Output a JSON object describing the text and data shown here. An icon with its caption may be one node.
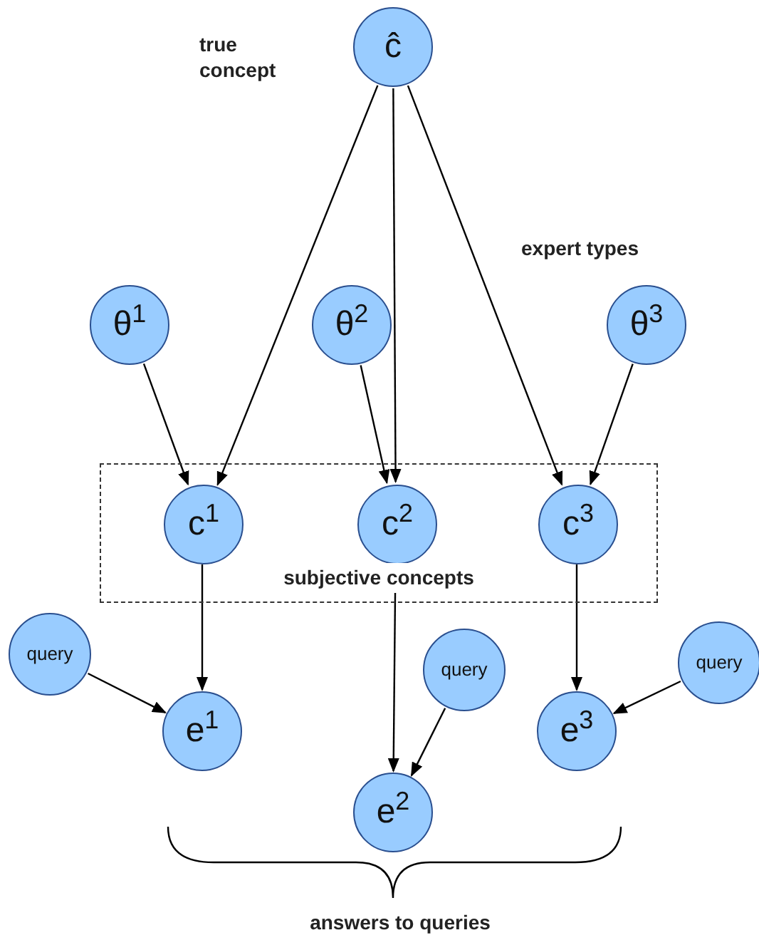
{
  "diagram": {
    "nodes": [
      {
        "text": [
          "ĉ"
        ]
      },
      {
        "text": [
          "θ$^{1}$"
        ]
      },
      {
        "text": [
          "θ$^{2}$"
        ]
      },
      {
        "text": [
          "θ$^{3}$"
        ]
      },
      {
        "text": [
          "subjective concepts"
        ]
      },
      {
        "text": [
          "c$^{1}$"
        ],
        "in": 4
      },
      {
        "text": [
          "c$^{2}$"
        ],
        "in": 4
      },
      {
        "text": [
          "c$^{3}$"
        ],
        "in": 4
      },
      {
        "text": [
          "query"
        ]
      },
      {
        "text": [
          "e$^{1}$"
        ]
      },
      {
        "text": [
          "query"
        ]
      },
      {
        "text": [
          "e$^{2}$"
        ]
      },
      {
        "text": [
          "query"
        ]
      },
      {
        "text": [
          "e$^{3}$"
        ]
      }
    ],
    "edges": [
      {
        "from": 0,
        "to": 5,
        "arrow": "to"
      },
      {
        "from": 0,
        "to": 6,
        "arrow": "to"
      },
      {
        "from": 0,
        "to": 7,
        "arrow": "to"
      },
      {
        "from": 1,
        "to": 5,
        "arrow": "to"
      },
      {
        "from": 2,
        "to": 6,
        "arrow": "to"
      },
      {
        "from": 3,
        "to": 7,
        "arrow": "to"
      },
      {
        "from": 5,
        "to": 9,
        "arrow": "to"
      },
      {
        "from": 6,
        "to": 11,
        "arrow": "to"
      },
      {
        "from": 7,
        "to": 13,
        "arrow": "to"
      },
      {
        "from": 8,
        "to": 9,
        "arrow": "to"
      },
      {
        "from": 10,
        "to": 11,
        "arrow": "to"
      },
      {
        "from": 12,
        "to": 13,
        "arrow": "to"
      }
    ],
    "labels": [
      "true concept",
      "expert types",
      "answers to queries"
    ]
  }
}
